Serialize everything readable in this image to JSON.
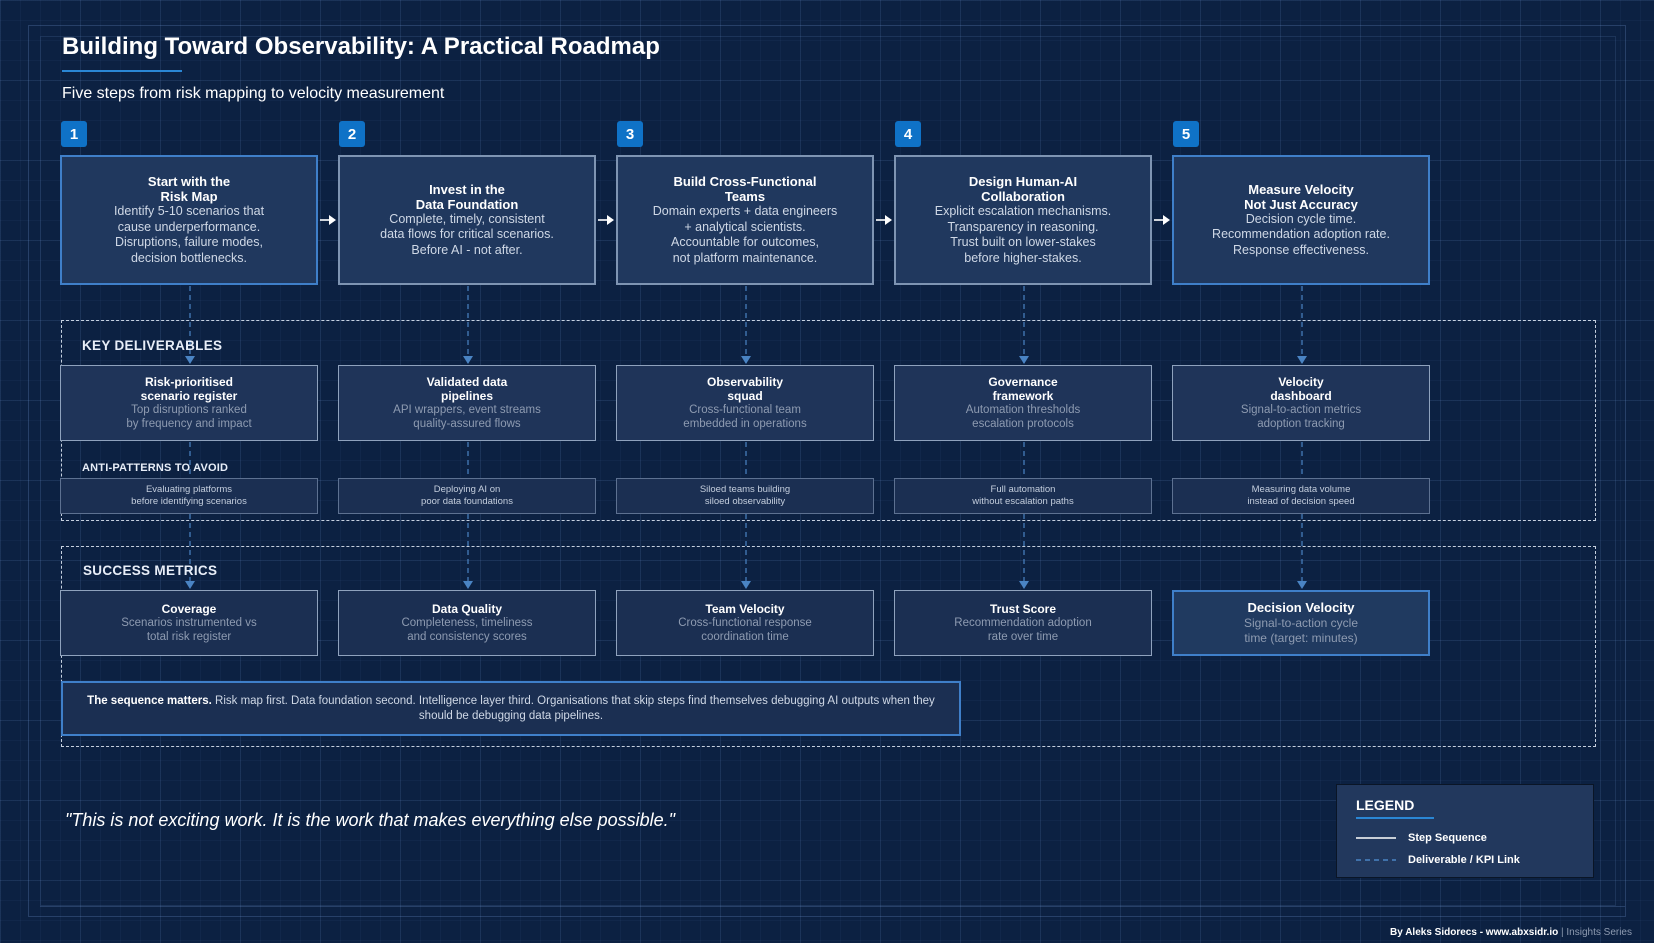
{
  "header": {
    "title": "Building Toward Observability: A Practical Roadmap",
    "subtitle": "Five steps from risk mapping to velocity measurement"
  },
  "steps": [
    {
      "number": "1",
      "title_line1": "Start with the",
      "title_line2": "Risk Map",
      "desc": [
        "Identify 5-10 scenarios that",
        "cause underperformance.",
        "Disruptions, failure modes,",
        "decision bottlenecks."
      ]
    },
    {
      "number": "2",
      "title_line1": "Invest in the",
      "title_line2": "Data Foundation",
      "desc": [
        "Complete, timely, consistent",
        "data flows for critical scenarios.",
        "Before AI - not after."
      ]
    },
    {
      "number": "3",
      "title_line1": "Build Cross-Functional",
      "title_line2": "Teams",
      "desc": [
        "Domain experts + data engineers",
        "+ analytical scientists.",
        "Accountable for outcomes,",
        "not platform maintenance."
      ]
    },
    {
      "number": "4",
      "title_line1": "Design Human-AI",
      "title_line2": "Collaboration",
      "desc": [
        "Explicit escalation mechanisms.",
        "Transparency in reasoning.",
        "Trust built on lower-stakes",
        "before higher-stakes."
      ]
    },
    {
      "number": "5",
      "title_line1": "Measure Velocity",
      "title_line2": "Not Just Accuracy",
      "desc": [
        "Decision cycle time.",
        "Recommendation adoption rate.",
        "Response effectiveness."
      ]
    }
  ],
  "deliverables": {
    "label": "KEY DELIVERABLES",
    "items": [
      {
        "title_line1": "Risk-prioritised",
        "title_line2": "scenario register",
        "desc_line1": "Top disruptions ranked",
        "desc_line2": "by frequency and impact"
      },
      {
        "title_line1": "Validated data",
        "title_line2": "pipelines",
        "desc_line1": "API wrappers, event streams",
        "desc_line2": "quality-assured flows"
      },
      {
        "title_line1": "Observability",
        "title_line2": "squad",
        "desc_line1": "Cross-functional team",
        "desc_line2": "embedded in operations"
      },
      {
        "title_line1": "Governance",
        "title_line2": "framework",
        "desc_line1": "Automation thresholds",
        "desc_line2": "escalation protocols"
      },
      {
        "title_line1": "Velocity",
        "title_line2": "dashboard",
        "desc_line1": "Signal-to-action metrics",
        "desc_line2": "adoption tracking"
      }
    ]
  },
  "anti_patterns": {
    "label": "ANTI-PATTERNS TO AVOID",
    "items": [
      {
        "line1": "Evaluating platforms",
        "line2": "before identifying scenarios"
      },
      {
        "line1": "Deploying AI on",
        "line2": "poor data foundations"
      },
      {
        "line1": "Siloed teams building",
        "line2": "siloed observability"
      },
      {
        "line1": "Full automation",
        "line2": "without escalation paths"
      },
      {
        "line1": "Measuring data volume",
        "line2": "instead of decision speed"
      }
    ]
  },
  "metrics": {
    "label": "SUCCESS METRICS",
    "items": [
      {
        "title": "Coverage",
        "desc_line1": "Scenarios instrumented vs",
        "desc_line2": "total risk register"
      },
      {
        "title": "Data Quality",
        "desc_line1": "Completeness, timeliness",
        "desc_line2": "and consistency scores"
      },
      {
        "title": "Team Velocity",
        "desc_line1": "Cross-functional response",
        "desc_line2": "coordination time"
      },
      {
        "title": "Trust Score",
        "desc_line1": "Recommendation adoption",
        "desc_line2": "rate over time"
      },
      {
        "title": "Decision Velocity",
        "desc_line1": "Signal-to-action cycle",
        "desc_line2": "time (target: minutes)"
      }
    ]
  },
  "note": {
    "bold": "The sequence matters.",
    "text": "Risk map first. Data foundation second. Intelligence layer third. Organisations that skip steps find themselves debugging AI outputs when they should be debugging data pipelines."
  },
  "quote": "\"This is not exciting work. It is the work that makes everything else possible.\"",
  "legend": {
    "title": "LEGEND",
    "step_sequence": "Step Sequence",
    "deliverable_link": "Deliverable / KPI Link"
  },
  "footer": {
    "author": "By Aleks Sidorecs - www.abxsidr.io",
    "separator": "|",
    "series": "Insights Series"
  },
  "colors": {
    "background": "#0c2142",
    "accent": "#0f72c7",
    "highlight_border": "#3f7fc9",
    "connector": "#4a84c4"
  }
}
